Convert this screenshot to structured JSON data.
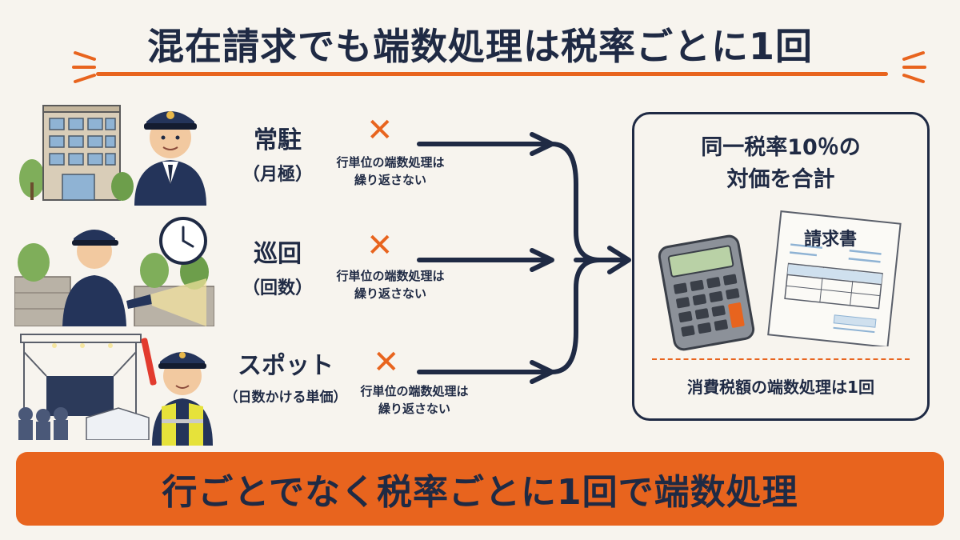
{
  "title": "混在請求でも端数処理は税率ごとに1回",
  "rows": [
    {
      "label": "常駐",
      "sub": "（月極）",
      "note_line1": "行単位の端数処理は",
      "note_line2": "繰り返さない"
    },
    {
      "label": "巡回",
      "sub": "（回数）",
      "note_line1": "行単位の端数処理は",
      "note_line2": "繰り返さない"
    },
    {
      "label": "スポット",
      "sub": "（日数かける単価）",
      "note_line1": "行単位の端数処理は",
      "note_line2": "繰り返さない"
    }
  ],
  "mark": "✕",
  "result": {
    "head_line1": "同一税率10％の",
    "head_line2": "対価を合計",
    "invoice_title": "請求書",
    "footer": "消費税額の端数処理は1回"
  },
  "banner": "行ごとでなく税率ごとに1回で端数処理",
  "colors": {
    "accent": "#e8641e",
    "navy": "#1f2a44",
    "background": "#f7f4ee"
  },
  "icons": [
    "office-building-icon",
    "guard-icon",
    "clock-icon",
    "flashlight-guard-icon",
    "stage-icon",
    "traffic-baton-guard-icon",
    "calculator-icon",
    "invoice-icon",
    "arrow-icon"
  ]
}
